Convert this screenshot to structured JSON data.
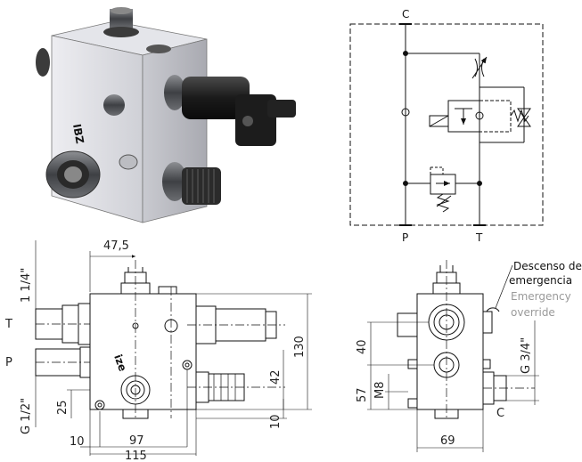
{
  "schematic": {
    "port_c": "C",
    "port_p": "P",
    "port_t": "T"
  },
  "front_view": {
    "dim_top": "47,5",
    "dim_right_total": "130",
    "dim_right_inner": "42",
    "dim_right_small": "10",
    "dim_left_low": "25",
    "dim_bottom_10": "10",
    "dim_bottom_97": "97",
    "dim_bottom_115": "115",
    "port_t_label": "T",
    "port_p_label": "P",
    "thread_t": "1 1/4\"",
    "thread_p": "G 1/2\"",
    "brand": "ize"
  },
  "side_view": {
    "dim_40": "40",
    "dim_57": "57",
    "dim_m8": "M8",
    "dim_69": "69",
    "thread_c": "G 3/4\"",
    "port_c_label": "C",
    "note_es_1": "Descenso de",
    "note_es_2": "emergencia",
    "note_en_1": "Emergency",
    "note_en_2": "override",
    "note_en_color": "#9a9a9a"
  }
}
